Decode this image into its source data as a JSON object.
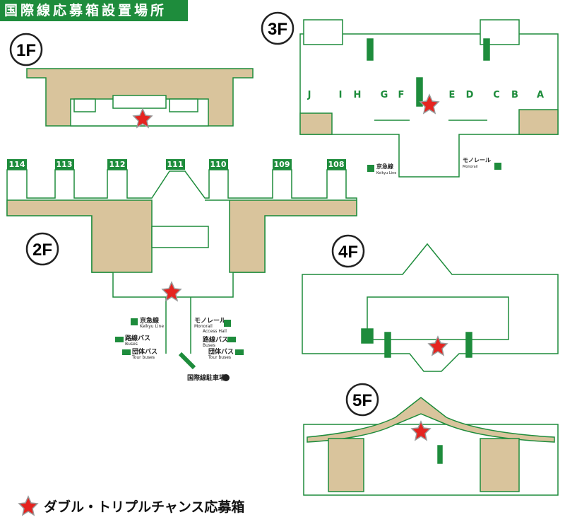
{
  "title": "国際線応募箱設置場所",
  "floors": {
    "f1": "1F",
    "f2": "2F",
    "f3": "3F",
    "f4": "4F",
    "f5": "5F"
  },
  "gates_2f": [
    "114",
    "113",
    "112",
    "111",
    "110",
    "109",
    "108"
  ],
  "gates_3f": [
    "J",
    "I",
    "H",
    "G",
    "F",
    "E",
    "D",
    "C",
    "B",
    "A"
  ],
  "labels_2f": {
    "keikyu_jp": "京急線",
    "keikyu_en": "Keikyu Line",
    "monorail_jp": "モノレール",
    "monorail_en": "Monorail",
    "access_hall": "Access Hall",
    "bus_jp": "路線バス",
    "bus_en": "Buses",
    "tour_jp": "団体バス",
    "tour_en": "Tour buses",
    "parking": "国際線駐車場"
  },
  "labels_3f": {
    "keikyu_jp": "京急線",
    "keikyu_en": "Keikyu Line",
    "monorail_jp": "モノレール",
    "monorail_en": "Monorail"
  },
  "legend": "ダブル・トリプルチャンス応募箱",
  "colors": {
    "green": "#1e8c3c",
    "beige": "#d9c49c",
    "star": "#e52420"
  }
}
